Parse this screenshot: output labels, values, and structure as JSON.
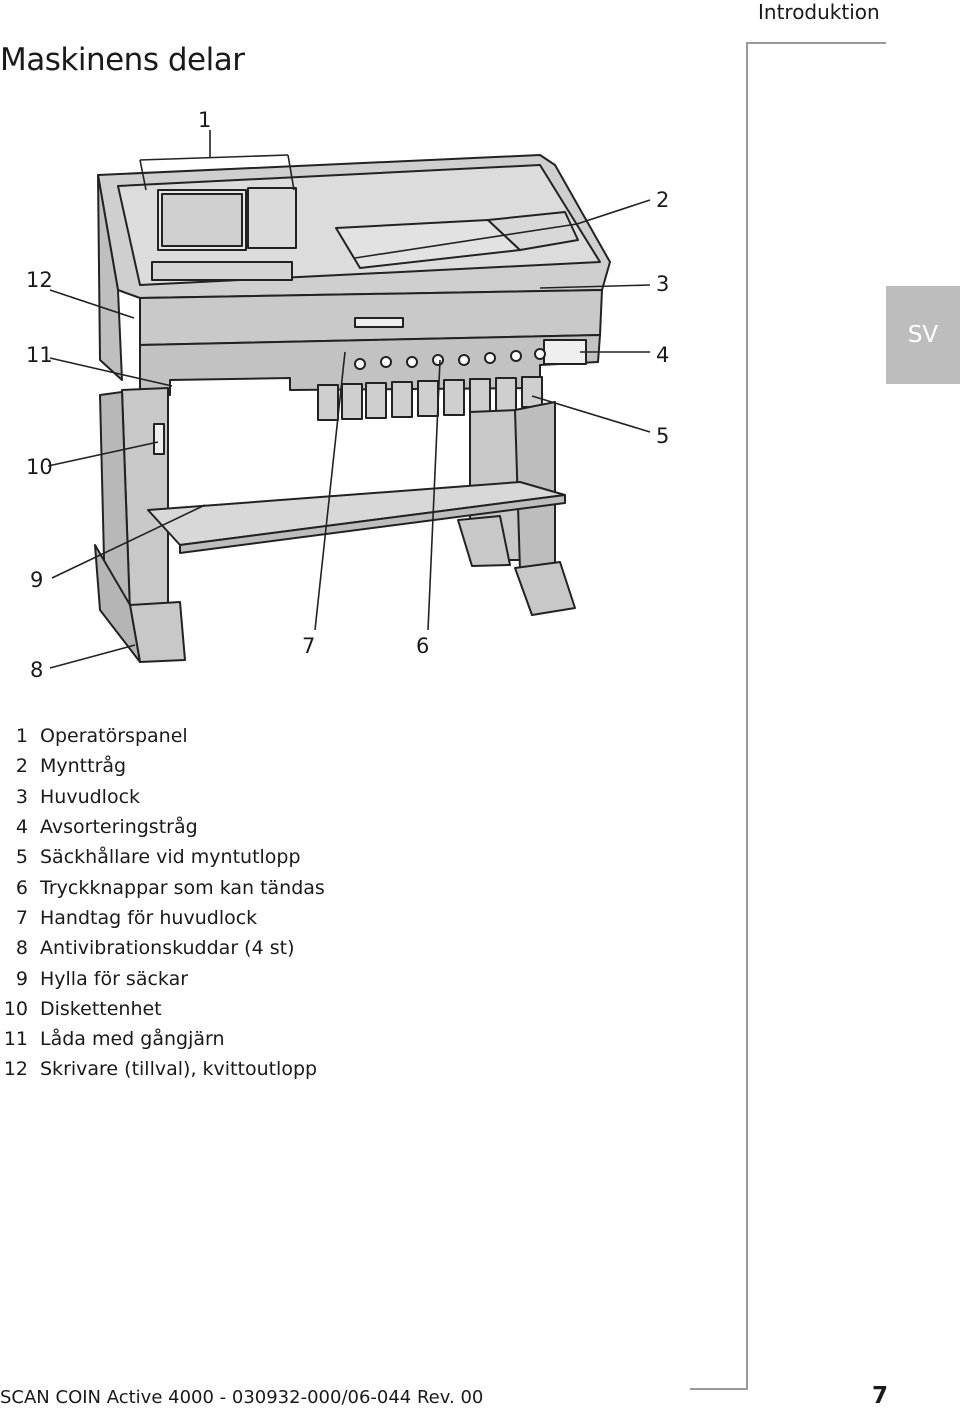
{
  "header": {
    "section": "Introduktion",
    "language_tab": "SV"
  },
  "page_title": "Maskinens delar",
  "callouts": [
    "1",
    "2",
    "3",
    "4",
    "5",
    "6",
    "7",
    "8",
    "9",
    "10",
    "11",
    "12"
  ],
  "legend": [
    {
      "num": "1",
      "label": "Operatörspanel"
    },
    {
      "num": "2",
      "label": "Mynttråg"
    },
    {
      "num": "3",
      "label": "Huvudlock"
    },
    {
      "num": "4",
      "label": "Avsorteringstråg"
    },
    {
      "num": "5",
      "label": "Säckhållare vid myntutlopp"
    },
    {
      "num": "6",
      "label": "Tryckknappar som kan tändas"
    },
    {
      "num": "7",
      "label": "Handtag för huvudlock"
    },
    {
      "num": "8",
      "label": "Antivibrationskuddar (4 st)"
    },
    {
      "num": "9",
      "label": "Hylla för säckar"
    },
    {
      "num": "10",
      "label": "Diskettenhet"
    },
    {
      "num": "11",
      "label": "Låda med gångjärn"
    },
    {
      "num": "12",
      "label": "Skrivare (tillval), kvittoutlopp"
    }
  ],
  "footer": {
    "doc_id": "SCAN COIN Active 4000 - 030932-000/06-044 Rev. 00",
    "page_number": "7"
  }
}
